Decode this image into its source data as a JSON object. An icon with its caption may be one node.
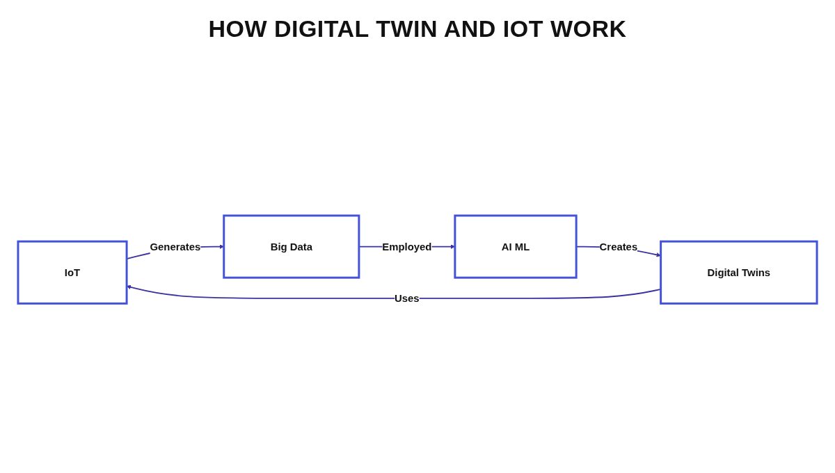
{
  "diagram": {
    "title": "HOW DIGITAL TWIN AND IOT WORK",
    "nodes": [
      {
        "text": [
          "IoT"
        ]
      },
      {
        "text": [
          "Digital Twins"
        ]
      },
      {
        "text": [
          "Big Data"
        ]
      },
      {
        "text": [
          "AI ML"
        ]
      }
    ],
    "edges": [
      {
        "from": 0,
        "to": 2,
        "arrow": "to",
        "label": "Generates"
      },
      {
        "from": 2,
        "to": 3,
        "arrow": "to",
        "label": "Employed"
      },
      {
        "from": 3,
        "to": 1,
        "arrow": "to",
        "label": "Creates"
      },
      {
        "from": 1,
        "to": 0,
        "arrow": "to",
        "label": "Uses"
      }
    ]
  }
}
